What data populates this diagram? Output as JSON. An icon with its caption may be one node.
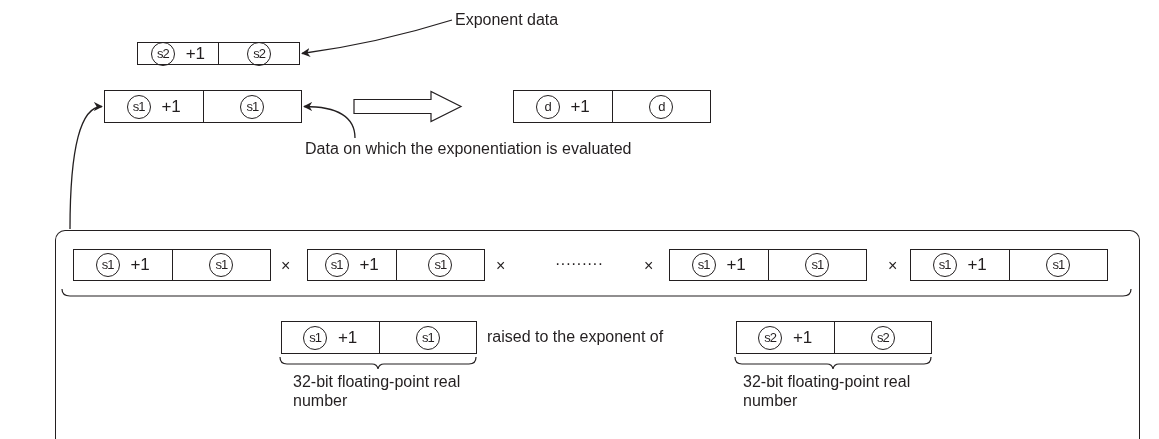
{
  "diagram": {
    "nodes": [
      {
        "text": [
          "s2 +1",
          "s2"
        ]
      },
      {
        "text": [
          "Exponent data"
        ]
      },
      {
        "text": [
          "s1 +1",
          "s1"
        ]
      },
      {
        "text": [
          "d +1",
          "d"
        ]
      },
      {
        "text": [
          "Data on which the exponentiation is evaluated"
        ]
      },
      {
        "text": [],
        "shape": "box"
      },
      {
        "text": [
          "s1 +1",
          "s1"
        ],
        "in": 5
      },
      {
        "text": [
          "s1 +1",
          "s1"
        ],
        "in": 5
      },
      {
        "text": [
          "s1 +1",
          "s1"
        ],
        "in": 5
      },
      {
        "text": [
          "s1 +1",
          "s1"
        ],
        "in": 5
      },
      {
        "text": [
          "s1 +1",
          "s1"
        ],
        "in": 5
      },
      {
        "text": [
          "s2 +1",
          "s2"
        ],
        "in": 5
      }
    ],
    "edges": [
      {
        "from": 1,
        "to": 0,
        "arrow": "to"
      },
      {
        "from": 2,
        "to": 3,
        "arrow": "to",
        "style": "thick"
      },
      {
        "from": 4,
        "to": 2,
        "arrow": "to"
      },
      {
        "from": 5,
        "to": 2,
        "arrow": "to"
      }
    ],
    "labels": [
      "×",
      "×",
      "·········",
      "×",
      "×",
      "raised to the exponent of",
      "32-bit floating-point real number",
      "32-bit floating-point real number"
    ]
  }
}
